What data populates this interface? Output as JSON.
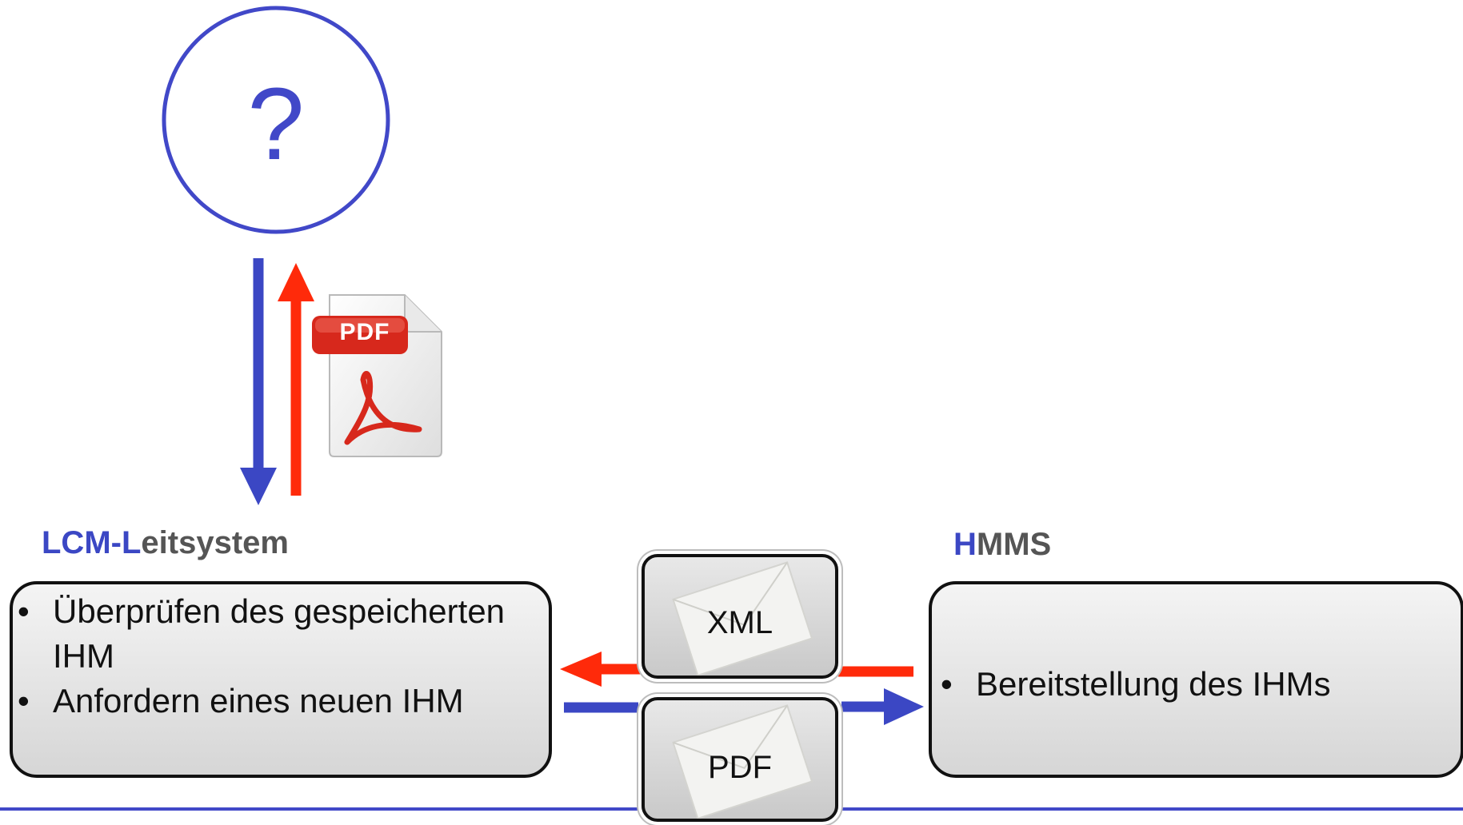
{
  "query_node": {
    "symbol": "?"
  },
  "lcm": {
    "title_accent_1": "LCM-L",
    "title_rest": "eitsystem",
    "bullets": [
      "Überprüfen des gespeicherten IHM",
      "Anfordern eines neuen IHM"
    ]
  },
  "hmms": {
    "title_accent": "H",
    "title_rest": "MMS",
    "bullets": [
      "Bereitstellung des IHMs"
    ]
  },
  "messages": {
    "xml_label": "XML",
    "pdf_label": "PDF"
  },
  "pdf_document": {
    "badge": "PDF"
  },
  "colors": {
    "blue": "#3b47c4",
    "red": "#ff2a0a",
    "gray_text": "#555555",
    "pdf_red": "#d7281c"
  }
}
